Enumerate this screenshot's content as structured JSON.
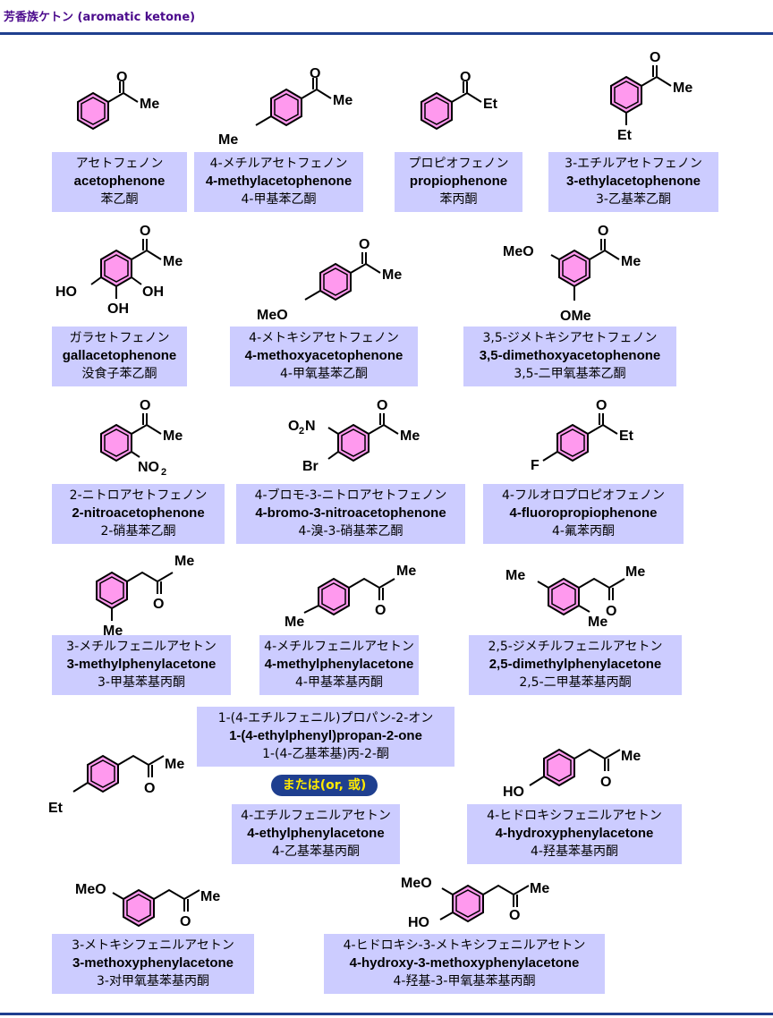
{
  "header": {
    "title": "芳香族ケトン (aromatic ketone)"
  },
  "compounds": [
    {
      "jp": "アセトフェノン",
      "en": "acetophenone",
      "cn": "苯乙酮"
    },
    {
      "jp": "4-メチルアセトフェノン",
      "en": "4-methylacetophenone",
      "cn": "4-甲基苯乙酮"
    },
    {
      "jp": "プロピオフェノン",
      "en": "propiophenone",
      "cn": "苯丙酮"
    },
    {
      "jp": "3-エチルアセトフェノン",
      "en": "3-ethylacetophenone",
      "cn": "3-乙基苯乙酮"
    },
    {
      "jp": "ガラセトフェノン",
      "en": "gallacetophenone",
      "cn": "没食子苯乙酮"
    },
    {
      "jp": "4-メトキシアセトフェノン",
      "en": "4-methoxyacetophenone",
      "cn": "4-甲氧基苯乙酮"
    },
    {
      "jp": "3,5-ジメトキシアセトフェノン",
      "en": "3,5-dimethoxyacetophenone",
      "cn": "3,5-二甲氧基苯乙酮"
    },
    {
      "jp": "2-ニトロアセトフェノン",
      "en": "2-nitroacetophenone",
      "cn": "2-硝基苯乙酮"
    },
    {
      "jp": "4-ブロモ-3-ニトロアセトフェノン",
      "en": "4-bromo-3-nitroacetophenone",
      "cn": "4-溴-3-硝基苯乙酮"
    },
    {
      "jp": "4-フルオロプロピオフェノン",
      "en": "4-fluoropropiophenone",
      "cn": "4-氟苯丙酮"
    },
    {
      "jp": "3-メチルフェニルアセトン",
      "en": "3-methylphenylacetone",
      "cn": "3-甲基苯基丙酮"
    },
    {
      "jp": "4-メチルフェニルアセトン",
      "en": "4-methylphenylacetone",
      "cn": "4-甲基苯基丙酮"
    },
    {
      "jp": "2,5-ジメチルフェニルアセトン",
      "en": "2,5-dimethylphenylacetone",
      "cn": "2,5-二甲基苯基丙酮"
    },
    {
      "jp": "1-(4-エチルフェニル)プロパン-2-オン",
      "en": "1-(4-ethylphenyl)propan-2-one",
      "cn": "1-(4-乙基苯基)丙-2-酮"
    },
    {
      "jp": "4-エチルフェニルアセトン",
      "en": "4-ethylphenylacetone",
      "cn": "4-乙基苯基丙酮"
    },
    {
      "jp": "4-ヒドロキシフェニルアセトン",
      "en": "4-hydroxyphenylacetone",
      "cn": "4-羟基苯基丙酮"
    },
    {
      "jp": "3-メトキシフェニルアセトン",
      "en": "3-methoxyphenylacetone",
      "cn": "3-对甲氧基苯基丙酮"
    },
    {
      "jp": "4-ヒドロキシ-3-メトキシフェニルアセトン",
      "en": "4-hydroxy-3-methoxyphenylacetone",
      "cn": "4-羟基-3-甲氧基苯基丙酮"
    }
  ],
  "connector": {
    "label": "または(or, 或)"
  },
  "atoms": {
    "O": "O",
    "Me": "Me",
    "Et": "Et",
    "OH": "OH",
    "HO": "HO",
    "MeO": "MeO",
    "OMe": "OMe",
    "NO2": "NO",
    "NO2_sub": "2",
    "O2N": "O",
    "O2N_sub": "2",
    "O2N_rest": "N",
    "Br": "Br",
    "F": "F"
  },
  "colors": {
    "ring_fill": "#ff99ee",
    "card_bg": "#ccccff",
    "header_rule": "#1f3f8f",
    "title": "#4b0a8c",
    "pill_bg": "#1f3f8f",
    "pill_text": "#ffea00"
  }
}
